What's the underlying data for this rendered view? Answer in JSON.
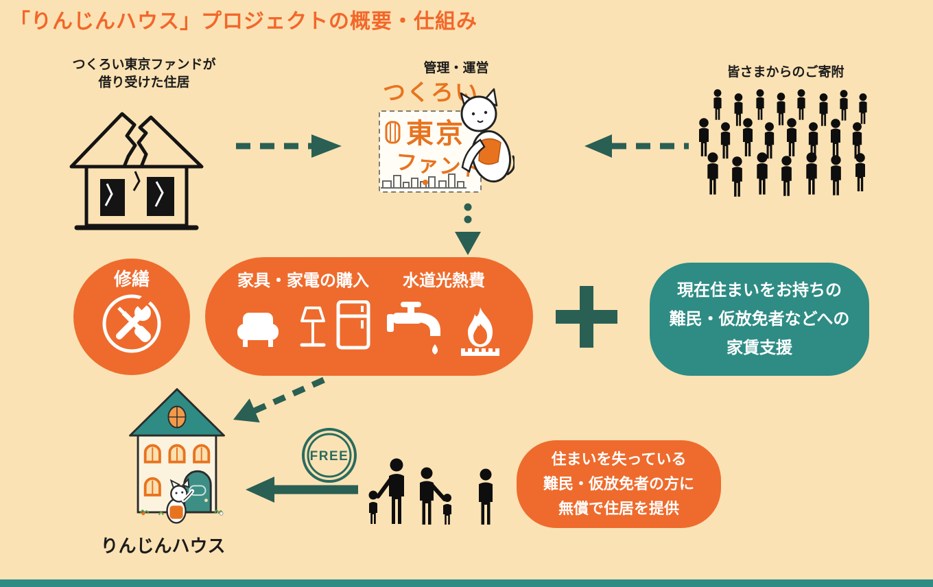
{
  "colors": {
    "background": "#FBE2B4",
    "orange": "#EE6B2D",
    "title_orange": "#F2672A",
    "teal": "#2E8C84",
    "dark_green": "#2A5F53",
    "silhouette_black": "#0E0E0E",
    "white": "#FFFFFF"
  },
  "title": "「りんじんハウス」プロジェクトの概要・仕組み",
  "top": {
    "source_house_lines": [
      "つくろい東京ファンドが",
      "借り受けた住居"
    ],
    "management_label": "管理・運営",
    "logo": {
      "line1": "つくろい",
      "line2": "東京",
      "line3": "ファンド"
    },
    "donation_label": "皆さまからのご寄附"
  },
  "middle": {
    "repair_label": "修繕",
    "furniture_label": "家具・家電の購入",
    "utilities_label": "水道光熱費",
    "rent_support_lines": [
      "現在住まいをお持ちの",
      "難民・仮放免者などへの",
      "家賃支援"
    ]
  },
  "bottom": {
    "house_name": "りんじんハウス",
    "free_badge": "FREE",
    "provide_lines": [
      "住まいを失っている",
      "難民・仮放免者の方に",
      "無償で住居を提供"
    ]
  },
  "icons": {
    "broken_house": "broken-house-icon",
    "fund_logo": "tsukuroi-fund-logo",
    "crowd": "crowd-icon",
    "tools": "tools-icon",
    "furniture": [
      "couch-icon",
      "lamp-icon",
      "refrigerator-icon"
    ],
    "utilities": [
      "faucet-icon",
      "flame-burner-icon"
    ],
    "plus": "plus-icon",
    "rinjin_house": "rinjin-house-icon",
    "free": "free-badge-icon",
    "family": "family-icon",
    "arrows": [
      "arrow-house-to-fund",
      "arrow-donors-to-fund",
      "arrow-fund-down",
      "arrow-box-to-house",
      "arrow-family-to-house"
    ]
  }
}
